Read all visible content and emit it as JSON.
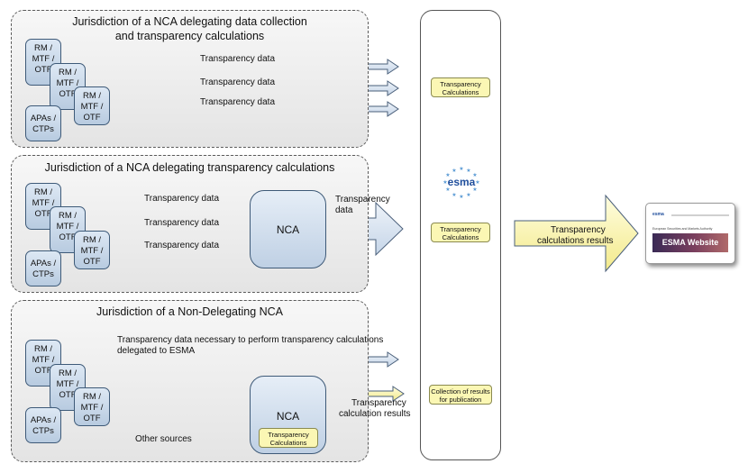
{
  "panels": {
    "top_title": "Jurisdiction of a NCA delegating data collection and transparency calculations",
    "middle_title": "Jurisdiction of a NCA delegating transparency calculations",
    "bottom_title": "Jurisdiction of a Non-Delegating NCA"
  },
  "venue_box": {
    "line1": "RM /",
    "line2": "MTF /",
    "line3": "OTF"
  },
  "apa_box": {
    "line1": "APAs /",
    "line2": "CTPs"
  },
  "labels": {
    "transparency_data": "Transparency data",
    "nca": "NCA",
    "mid_to_esma_1": "Transparency",
    "mid_to_esma_2": "data",
    "bottom_long_1": "Transparency data necessary to perform transparency calculations",
    "bottom_long_2": "delegated to ESMA",
    "other_sources": "Other sources",
    "calc_results_1": "Transparency",
    "calc_results_2": "calculation results",
    "big_arrow_1": "Transparency",
    "big_arrow_2": "calculations results"
  },
  "yellow_boxes": {
    "tc_line1": "Transparency",
    "tc_line2": "Calculations",
    "collection_line1": "Collection of results",
    "collection_line2": "for publication"
  },
  "esma_logo_text": "esma",
  "website": {
    "logo": "esma",
    "heading": "ESMA Website",
    "small_text": "European Securities and Markets Authority"
  },
  "colors": {
    "box_blue": "#c9d8ea",
    "arrow_blue": "#dce7f3",
    "yellow": "#fbf7b4",
    "esma_blue": "#1f4e9c",
    "esma_star": "#5b9bd5",
    "website_banner": "#5a2f4f"
  }
}
